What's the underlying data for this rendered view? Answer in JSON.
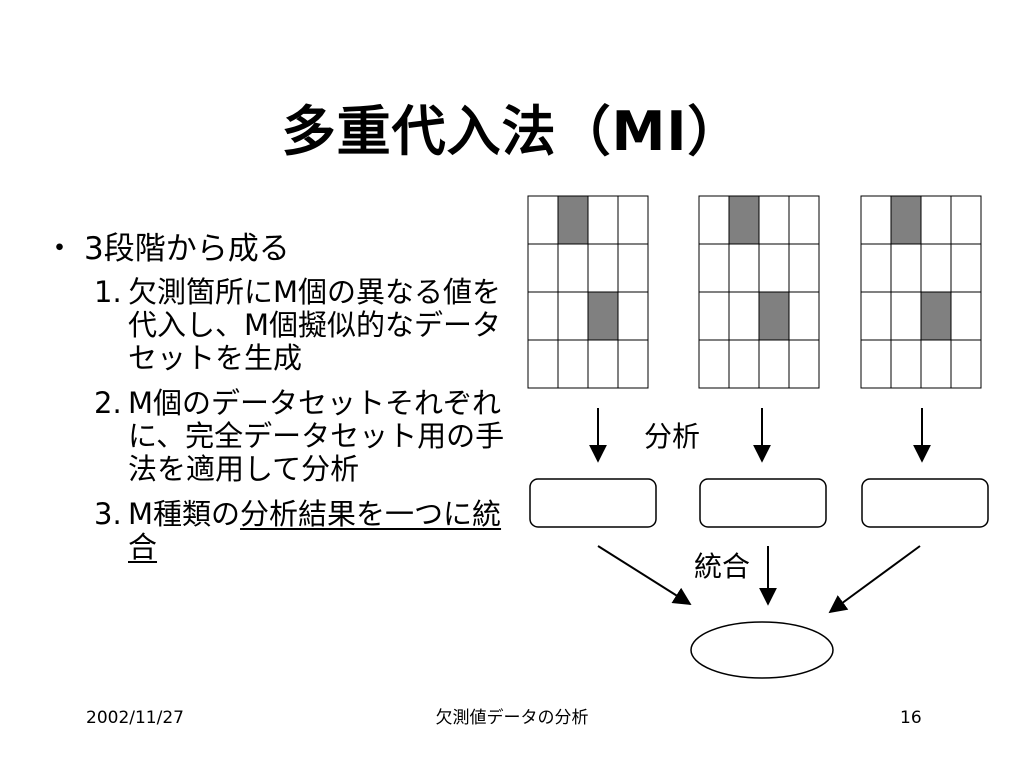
{
  "slide": {
    "title": "多重代入法（MI）",
    "bullet_marker": "・",
    "bullet": "3段階から成る",
    "steps": [
      {
        "num": "1.",
        "text": "欠測箇所にM個の異なる値を代入し、M個擬似的なデータセットを生成",
        "underlined": ""
      },
      {
        "num": "2.",
        "text": "M個のデータセットそれぞれに、完全データセット用の手法を適用して分析",
        "underlined": ""
      },
      {
        "num": "3.",
        "text": "M種類の",
        "underlined": "分析結果を一つに統合"
      }
    ]
  },
  "diagram": {
    "label_analysis": "分析",
    "label_integrate": "統合",
    "datasets": [
      {
        "shaded_cells": [
          [
            0,
            1
          ],
          [
            2,
            2
          ]
        ]
      },
      {
        "shaded_cells": [
          [
            0,
            1
          ],
          [
            2,
            2
          ]
        ]
      },
      {
        "shaded_cells": [
          [
            0,
            1
          ],
          [
            2,
            2
          ]
        ]
      }
    ],
    "grid_rows": 4,
    "grid_cols": 4,
    "colors": {
      "shade": "#808080",
      "line": "#000000"
    }
  },
  "footer": {
    "date": "2002/11/27",
    "center": "欠測値データの分析",
    "page": "16"
  }
}
